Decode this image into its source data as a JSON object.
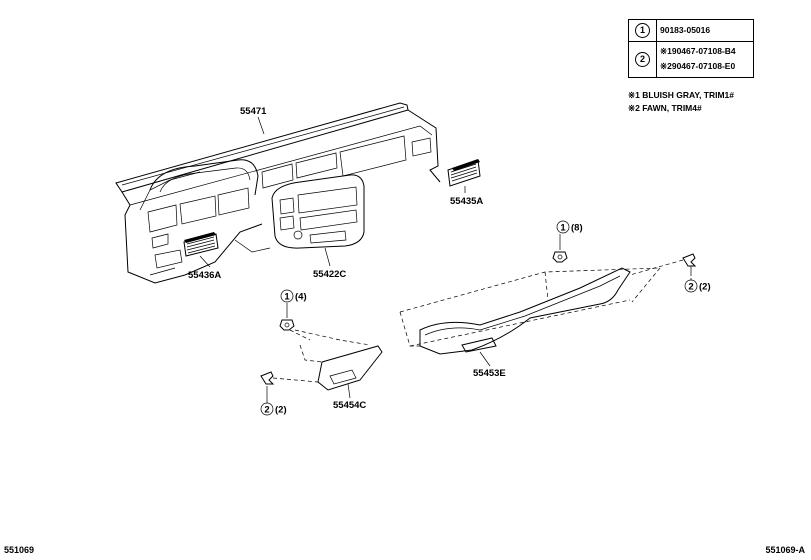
{
  "legend": {
    "rows": [
      {
        "key": "1",
        "values": [
          "90183-05016"
        ]
      },
      {
        "key": "2",
        "values": [
          "※190467-07108-B4",
          "※290467-07108-E0"
        ]
      }
    ]
  },
  "notes": [
    "※1 BLUISH GRAY, TRIM1#",
    "※2 FAWN, TRIM4#"
  ],
  "parts": {
    "p55471": "55471",
    "p55435A": "55435A",
    "p55436A": "55436A",
    "p55422C": "55422C",
    "p55453E": "55453E",
    "p55454C": "55454C"
  },
  "callouts": {
    "c1_top_key": "1",
    "c1_top_qty": "(8)",
    "c2_right_key": "2",
    "c2_right_qty": "(2)",
    "c1_left_key": "1",
    "c1_left_qty": "(4)",
    "c2_left_key": "2",
    "c2_left_qty": "(2)"
  },
  "footer": {
    "left": "551069",
    "right": "551069-A"
  }
}
